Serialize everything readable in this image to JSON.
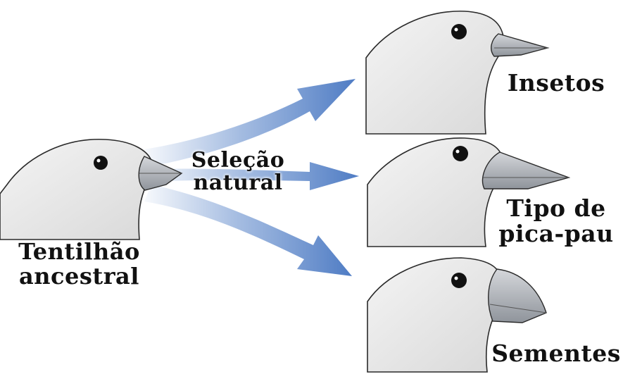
{
  "labels": {
    "ancestral": [
      "Tentilhão",
      "ancestral"
    ],
    "selection": [
      "Seleção",
      "natural"
    ],
    "insects": "Insetos",
    "woodpecker": [
      "Tipo de",
      "pica-pau"
    ],
    "seeds": "Sementes"
  },
  "colors": {
    "head_fill": "#ececec",
    "head_shade": "#d6d6d6",
    "outline": "#2a2a2a",
    "beak": "#b9bcc2",
    "arrow": "#5b86c9",
    "eye": "#111111"
  },
  "icons": [
    "finch-head-ancestral",
    "finch-head-insect",
    "finch-head-woodpecker",
    "finch-head-seed",
    "arrow"
  ]
}
